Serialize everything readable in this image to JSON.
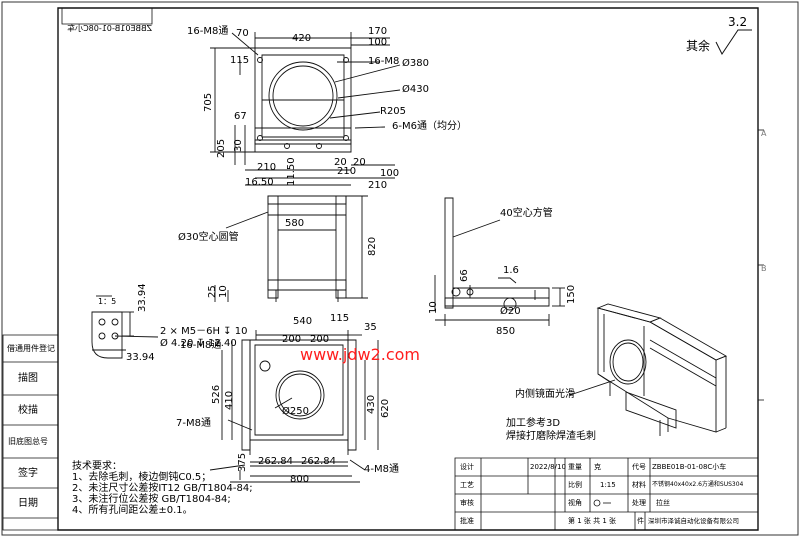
{
  "header": {
    "drawing_code_mirrored": "ZBBE01B-01-08C小车",
    "roughness_value": "3.2",
    "roughness_label": "其余"
  },
  "top_view": {
    "dims": [
      "16-M8通",
      "70",
      "420",
      "170",
      "100",
      "115",
      "16-M8",
      "Ø380",
      "Ø430",
      "705",
      "R205",
      "67",
      "6-M6通（均分）",
      "205",
      "30",
      "210",
      "20",
      "20",
      "210",
      "100",
      "16.50",
      "11.50",
      "210"
    ]
  },
  "front_view": {
    "dims": [
      "580",
      "Ø30空心圆管",
      "820",
      "25",
      "10"
    ]
  },
  "side_view": {
    "dims": [
      "40空心方管",
      "1.6",
      "66",
      "10",
      "Ø20",
      "150",
      "850"
    ]
  },
  "detail_view": {
    "scale": "1：5",
    "dims": [
      "33.94",
      "33.94",
      "2 × M5－6H ↧ 10",
      "Ø 4.20 ↧ 12.40"
    ]
  },
  "bottom_view": {
    "dims": [
      "540",
      "115",
      "35",
      "200",
      "200",
      "526",
      "410",
      "16-M8通",
      "Ø250",
      "430",
      "620",
      "7-M8通",
      "375",
      "262.84",
      "262.84",
      "4-M8通",
      "800"
    ]
  },
  "watermark": "www.jdw2.com",
  "notes_3d": [
    "内侧镜面光滑",
    "加工参考3D",
    "焊接打磨除焊渣毛刺"
  ],
  "tech_requirements": {
    "title": "技术要求：",
    "items": [
      "1、去除毛刺，棱边倒钝C0.5；",
      "2、未注尺寸公差按IT12 GB/T1804-84;",
      "3、未注行位公差按 GB/T1804-84;",
      "4、所有孔间距公差±0.1。"
    ]
  },
  "left_strip": [
    "借通用件登记",
    "描图",
    "校描",
    "旧底图总号",
    "签字",
    "日期"
  ],
  "title_block": {
    "design_label": "设计",
    "design_date": "2022/8/10",
    "process_label": "工艺",
    "review_label": "审核",
    "approve_label": "批准",
    "weight_label": "重量",
    "weight_value": "克",
    "scale_label": "比例",
    "scale_value": "1:15",
    "view_label": "视角",
    "code_label": "代号",
    "code_value": "ZBBE01B-01-08C小车",
    "material_label": "材料",
    "material_value": "不锈钢40x40x2.6方通和SUS304",
    "treatment_label": "处理",
    "treatment_value": "拉丝",
    "sheet_text": "第 1 张  共 1 张",
    "unit_label": "件",
    "company": "深圳市泽诚自动化设备有限公司"
  },
  "border_letters": [
    "A",
    "B"
  ]
}
